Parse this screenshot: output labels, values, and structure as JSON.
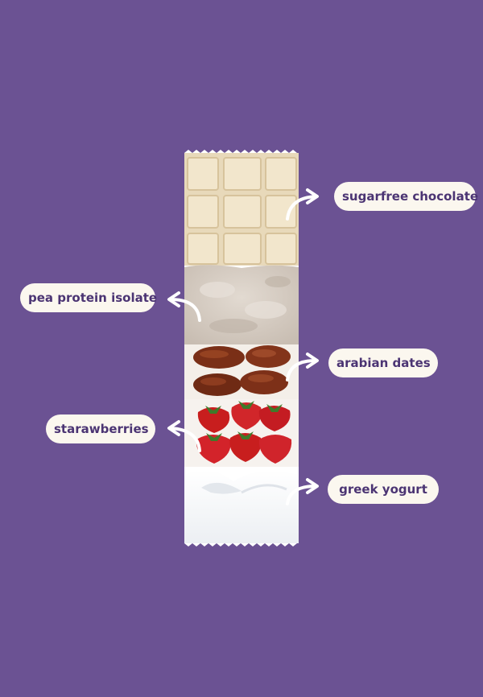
{
  "labels": {
    "chocolate": "sugarfree chocolate",
    "pea_protein": "pea protein isolate",
    "dates": "arabian dates",
    "strawberries": "starawberries",
    "yogurt": "greek yogurt"
  },
  "colors": {
    "background": "#6b5293",
    "pill_background": "#fbf7ef",
    "pill_text": "#4b3473",
    "arrow": "#ffffff",
    "chocolate": "#efe2c6",
    "pea_powder": "#d6cdc4",
    "dates": "#7a2f17",
    "strawberry": "#c81e1e",
    "yogurt": "#ffffff"
  },
  "icons": {
    "arrow": "curved-arrow-icon"
  }
}
